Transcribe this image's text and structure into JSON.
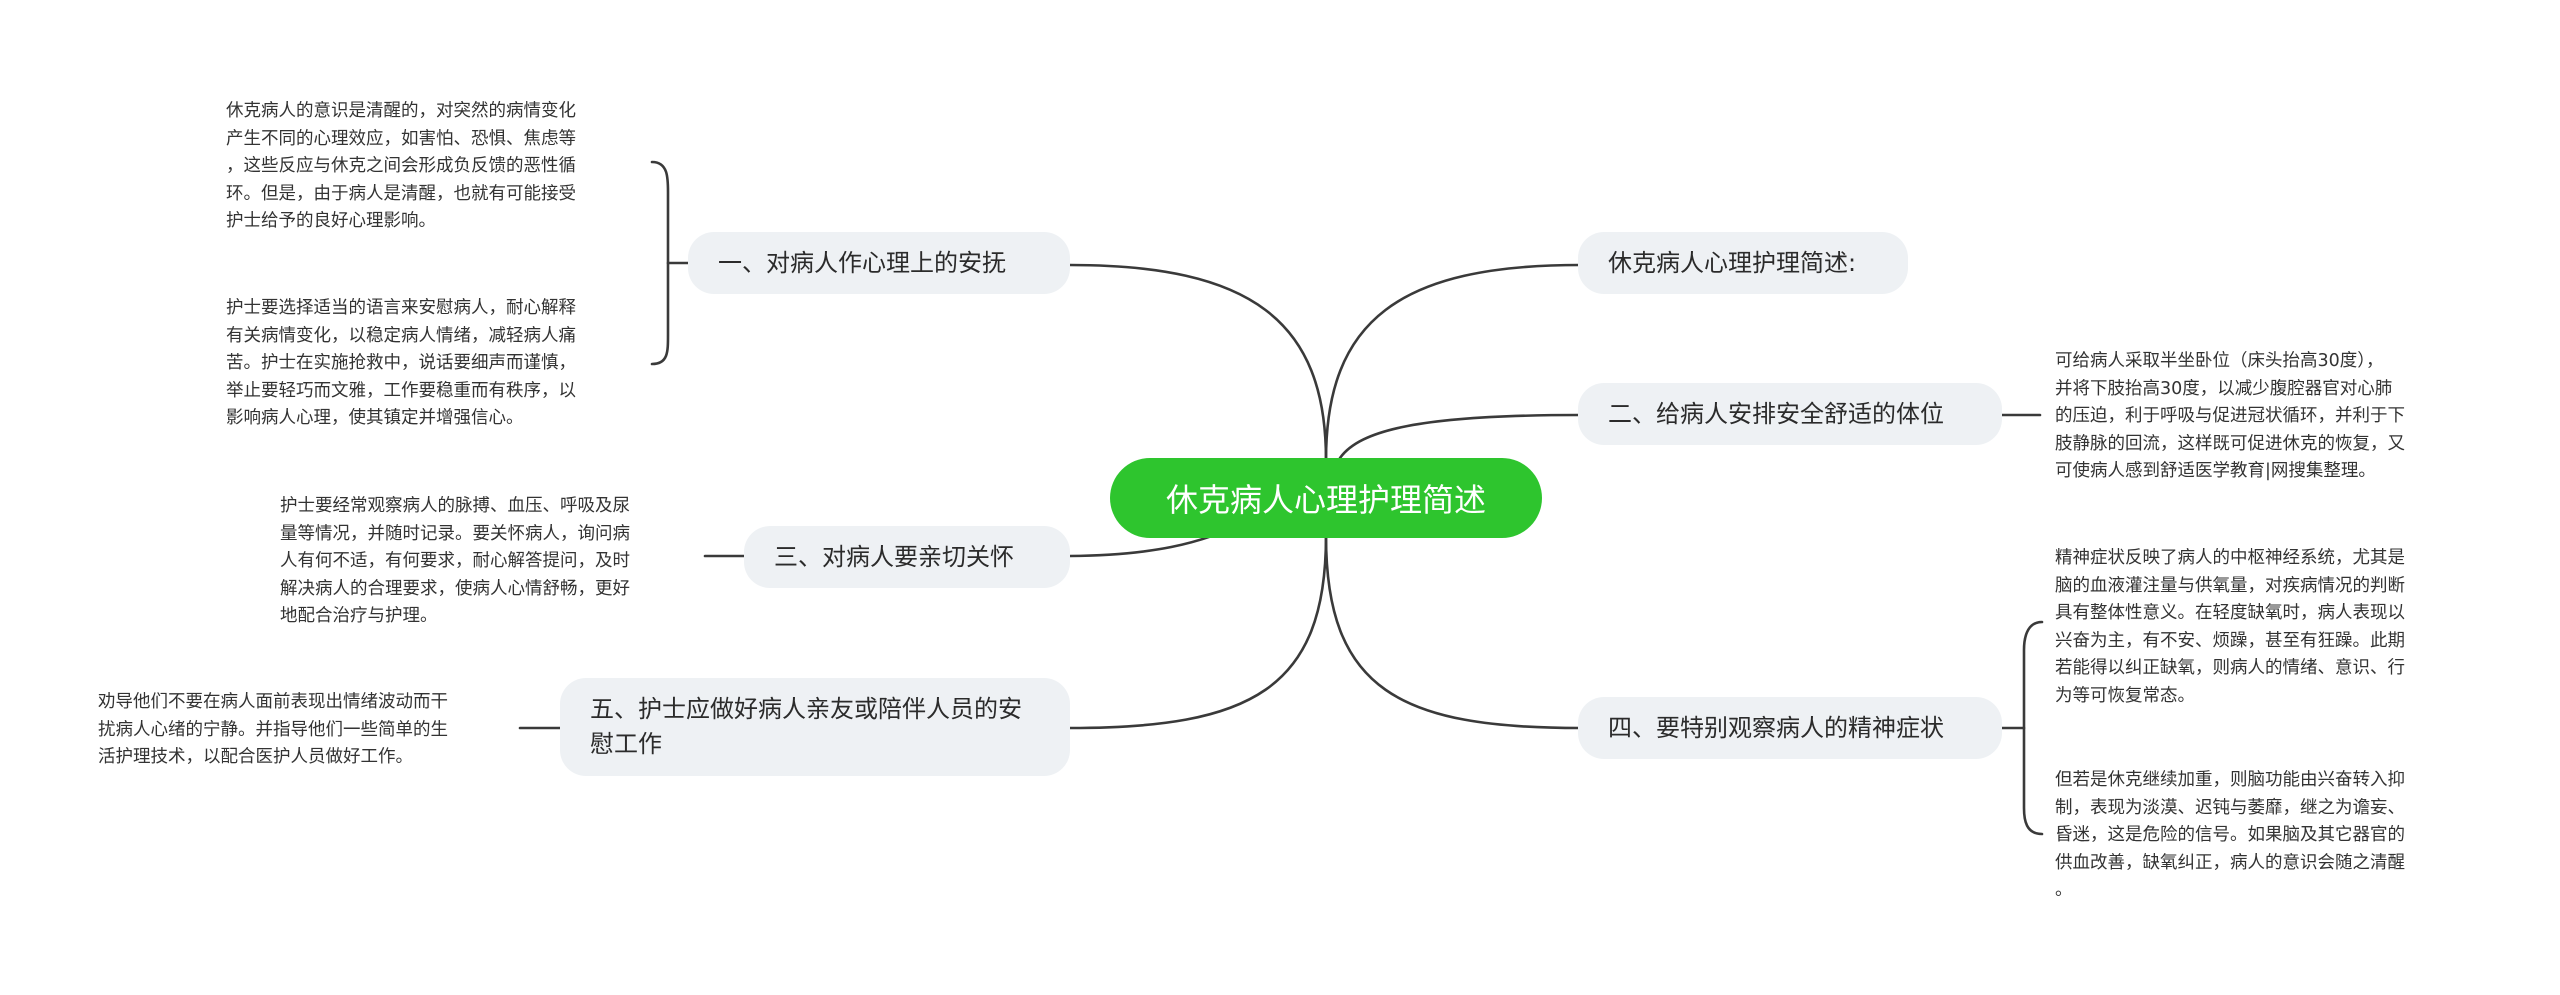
{
  "root": "休克病人心理护理简述",
  "topics": {
    "t_intro": "休克病人心理护理简述:",
    "t1": "一、对病人作心理上的安抚",
    "t2": "二、给病人安排安全舒适的体位",
    "t3": "三、对病人要亲切关怀",
    "t4": "四、要特别观察病人的精神症状",
    "t5": "五、护士应做好病人亲友或陪伴人员的安慰工作"
  },
  "notes": {
    "n1a": "休克病人的意识是清醒的，对突然的病情变化\n产生不同的心理效应，如害怕、恐惧、焦虑等\n，这些反应与休克之间会形成负反馈的恶性循\n环。但是，由于病人是清醒，也就有可能接受\n护士给予的良好心理影响。",
    "n1b": "护士要选择适当的语言来安慰病人，耐心解释\n有关病情变化，以稳定病人情绪，减轻病人痛\n苦。护士在实施抢救中，说话要细声而谨慎，\n举止要轻巧而文雅，工作要稳重而有秩序，以\n影响病人心理，使其镇定并增强信心。",
    "n3": "护士要经常观察病人的脉搏、血压、呼吸及尿\n量等情况，并随时记录。要关怀病人，询问病\n人有何不适，有何要求，耐心解答提问，及时\n解决病人的合理要求，使病人心情舒畅，更好\n地配合治疗与护理。",
    "n5": "劝导他们不要在病人面前表现出情绪波动而干\n扰病人心绪的宁静。并指导他们一些简单的生\n活护理技术，以配合医护人员做好工作。",
    "n2": "可给病人采取半坐卧位（床头抬高30度），\n并将下肢抬高30度，以减少腹腔器官对心肺\n的压迫，利于呼吸与促进冠状循环，并利于下\n肢静脉的回流，这样既可促进休克的恢复，又\n可使病人感到舒适医学教育|网搜集整理。",
    "n4a": "精神症状反映了病人的中枢神经系统，尤其是\n脑的血液灌注量与供氧量，对疾病情况的判断\n具有整体性意义。在轻度缺氧时，病人表现以\n兴奋为主，有不安、烦躁，甚至有狂躁。此期\n若能得以纠正缺氧，则病人的情绪、意识、行\n为等可恢复常态。",
    "n4b": "但若是休克继续加重，则脑功能由兴奋转入抑\n制，表现为淡漠、迟钝与萎靡，继之为谵妄、\n昏迷，这是危险的信号。如果脑及其它器官的\n供血改善，缺氧纠正，病人的意识会随之清醒\n。"
  },
  "colors": {
    "root_bg": "#2ec52e",
    "topic_bg": "#eef1f4",
    "line": "#3a3a3a"
  }
}
